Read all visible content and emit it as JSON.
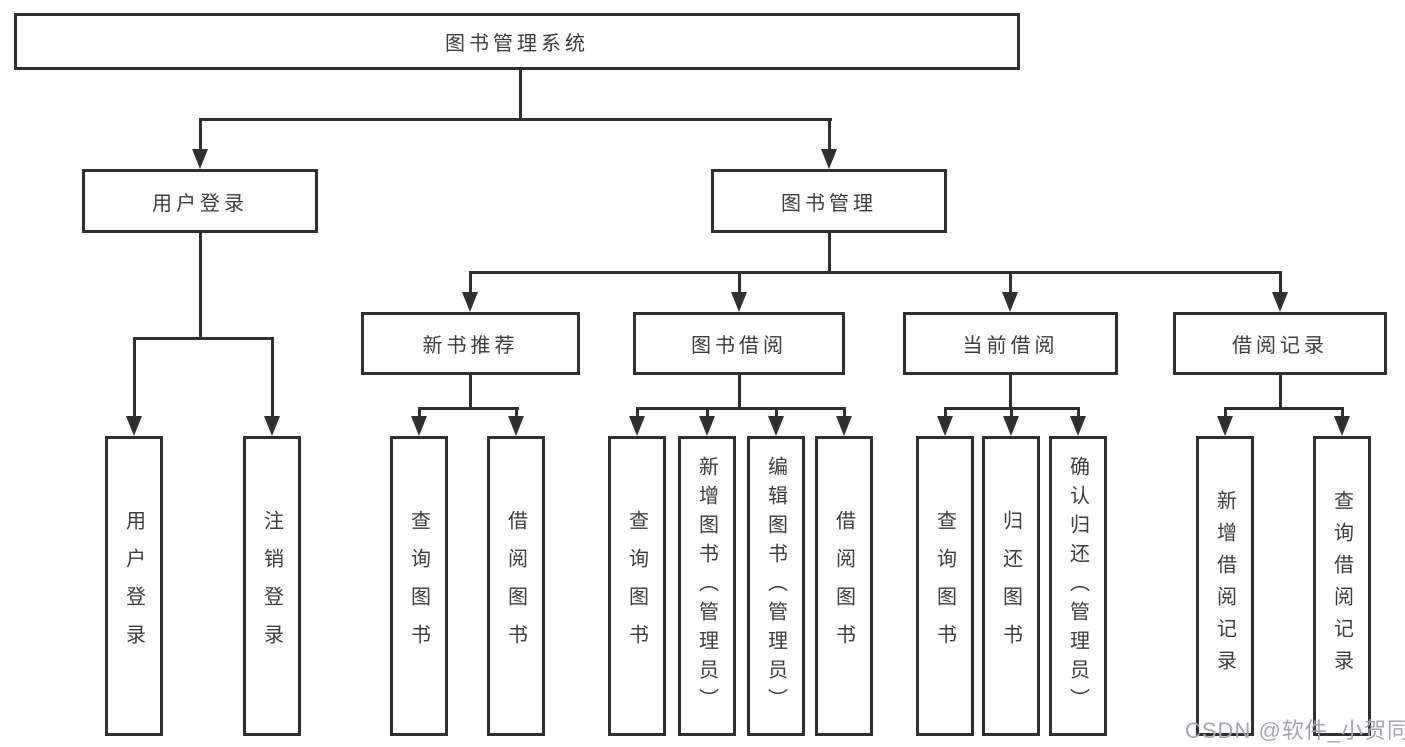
{
  "tree": {
    "root": {
      "label": "图书管理系统",
      "children": [
        {
          "label": "用户登录",
          "children": [
            {
              "label": "用户登录"
            },
            {
              "label": "注销登录"
            }
          ]
        },
        {
          "label": "图书管理",
          "children": [
            {
              "label": "新书推荐",
              "children": [
                {
                  "label": "查询图书"
                },
                {
                  "label": "借阅图书"
                }
              ]
            },
            {
              "label": "图书借阅",
              "children": [
                {
                  "label": "查询图书"
                },
                {
                  "label": "新增图书（管理员）"
                },
                {
                  "label": "编辑图书（管理员）"
                },
                {
                  "label": "借阅图书"
                }
              ]
            },
            {
              "label": "当前借阅",
              "children": [
                {
                  "label": "查询图书"
                },
                {
                  "label": "归还图书"
                },
                {
                  "label": "确认归还（管理员）"
                }
              ]
            },
            {
              "label": "借阅记录",
              "children": [
                {
                  "label": "新增借阅记录"
                },
                {
                  "label": "查询借阅记录"
                }
              ]
            }
          ]
        }
      ]
    }
  },
  "watermark": {
    "text": "CSDN @软件_小贺同学"
  },
  "colors": {
    "line": "#303030",
    "text": "#3d3d3d",
    "watermark": "#a4a7b0",
    "background": "#ffffff"
  }
}
